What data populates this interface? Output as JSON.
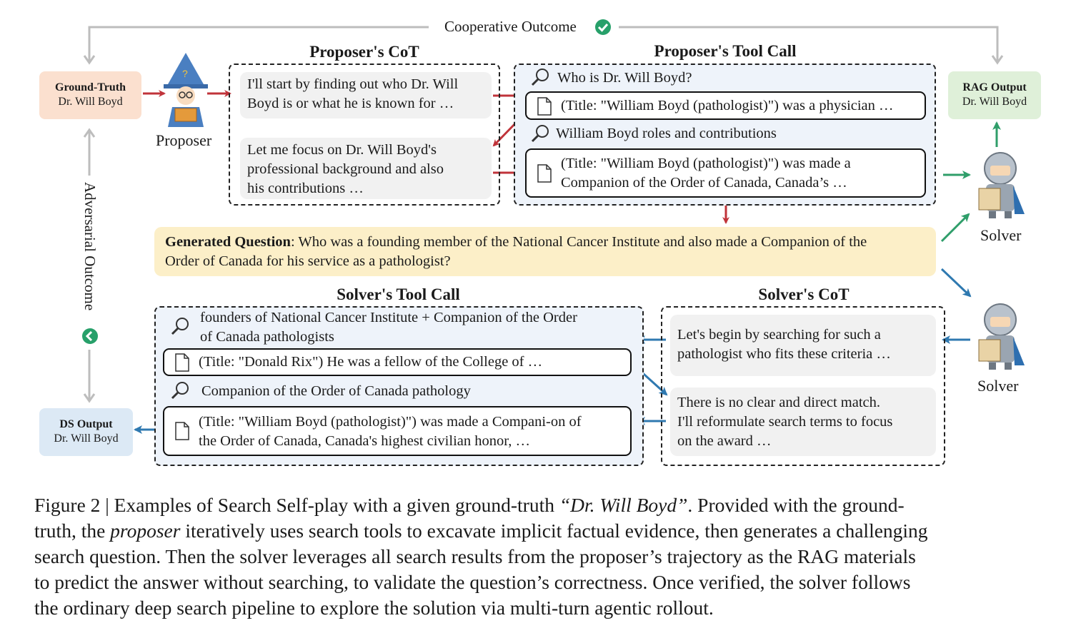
{
  "cooperative_outcome": "Cooperative Outcome",
  "adversarial_outcome": "Adversarial Outcome",
  "ground_truth": {
    "title": "Ground-Truth",
    "value": "Dr. Will Boyd"
  },
  "rag_output": {
    "title": "RAG Output",
    "value": "Dr. Will Boyd"
  },
  "ds_output": {
    "title": "DS Output",
    "value": "Dr. Will Boyd"
  },
  "proposer": {
    "name": "Proposer"
  },
  "solver": {
    "name_top": "Solver",
    "name_bottom": "Solver"
  },
  "proposer_cot": {
    "title": "Proposer's CoT",
    "thought1": [
      "I'll start by finding out who Dr. Will",
      "Boyd is or what he is known for …"
    ],
    "thought2": [
      "Let me focus on Dr. Will Boyd's",
      "professional background and also",
      "his contributions …"
    ]
  },
  "proposer_tool": {
    "title": "Proposer's Tool Call",
    "query1": "Who is Dr. Will Boyd?",
    "result1": "(Title: \"William Boyd (pathologist)\") was a physician …",
    "query2": "William Boyd roles and contributions",
    "result2": [
      "(Title: \"William Boyd (pathologist)\") was made a",
      "Companion of the Order of Canada, Canada’s …"
    ]
  },
  "generated_question": {
    "label": "Generated Question",
    "text_line1": ": Who was a founding member of the National Cancer Institute and also made a Companion of the",
    "text_line2": "Order of Canada for his service as a pathologist?"
  },
  "solver_tool": {
    "title": "Solver's Tool Call",
    "query1": [
      "founders of National Cancer Institute + Companion of the Order",
      "of Canada pathologists"
    ],
    "result1": "(Title: \"Donald Rix\") He was a fellow of the College of …",
    "query2": "Companion of the Order of Canada pathology",
    "result2": [
      "(Title: \"William Boyd (pathologist)\") was made a Compani-on of",
      "the Order of Canada, Canada's highest civilian honor, …"
    ]
  },
  "solver_cot": {
    "title": "Solver's CoT",
    "thought1": [
      "Let's begin by searching for such a",
      "pathologist who fits these criteria …"
    ],
    "thought2": [
      "There is no clear and direct match.",
      "I'll reformulate search terms to focus",
      "on the award …"
    ]
  },
  "caption": {
    "line1_a": "Figure 2 | Examples of Search Self-play with a given ground-truth ",
    "line1_italic": "“Dr. Will Boyd”",
    "line1_b": ". Provided with the ground-",
    "line2_a": "truth, the ",
    "line2_italic": "proposer",
    "line2_b": " iteratively uses search tools to excavate implicit factual evidence, then generates a challenging",
    "line3": "search question. Then the solver leverages all search results from the proposer’s trajectory as the RAG materials",
    "line4": "to predict the answer without searching, to validate the question’s correctness. Once verified, the solver follows",
    "line5": "the ordinary deep search pipeline to explore the solution via multi-turn agentic rollout."
  },
  "colors": {
    "red_arrow": "#c0333a",
    "green_arrow": "#2f9e6a",
    "blue_arrow": "#2f79b0",
    "gray_arrow": "#bdbdbd"
  }
}
